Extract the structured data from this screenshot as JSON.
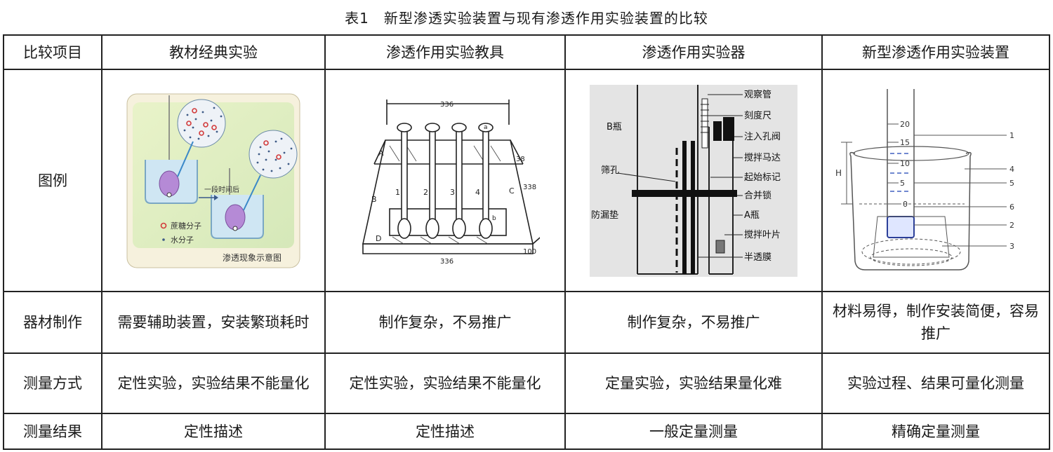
{
  "title": "表1　新型渗透实验装置与现有渗透作用实验装置的比较",
  "header": {
    "item": "比较项目",
    "col1": "教材经典实验",
    "col2": "渗透作用实验教具",
    "col3": "渗透作用实验器",
    "col4": "新型渗透作用实验装置"
  },
  "rows": {
    "figure": {
      "label": "图例"
    },
    "material": {
      "label": "器材制作",
      "col1": "需要辅助装置，安装繁琐耗时",
      "col2": "制作复杂，不易推广",
      "col3": "制作复杂，不易推广",
      "col4": "材料易得，制作安装简便，容易推广"
    },
    "method": {
      "label": "测量方式",
      "col1": "定性实验，实验结果不能量化",
      "col2": "定性实验，实验结果不能量化",
      "col3": "定量实验，实验结果量化难",
      "col4": "实验过程、结果可量化测量"
    },
    "result": {
      "label": "测量结果",
      "col1": "定性描述",
      "col2": "定性描述",
      "col3": "一般定量测量",
      "col4": "精确定量测量"
    }
  },
  "fig1": {
    "after_time": "一段时间后",
    "sucrose": "蔗糖分子",
    "water": "水分子",
    "caption": "渗透现象示意图"
  },
  "fig2": {
    "dim_top": "336",
    "dim_bottom": "336",
    "dim_right": "338",
    "dim_side": "38",
    "dim_depth": "100",
    "label_a": "A",
    "label_b": "B",
    "label_c": "C",
    "label_d": "D",
    "tube_labels": [
      "1",
      "2",
      "3",
      "4"
    ],
    "small_a": "a",
    "small_b": "b"
  },
  "fig3": {
    "bottle_b": "B瓶",
    "sieve": "筛孔",
    "leakproof": "防漏垫",
    "labels": [
      "观察管",
      "刻度尺",
      "注入孔阀",
      "搅拌马达",
      "起始标记",
      "合并锁",
      "A瓶",
      "搅拌叶片",
      "半透膜"
    ]
  },
  "fig4": {
    "scale": [
      "20",
      "15",
      "10",
      "5",
      "0"
    ],
    "h_label": "H",
    "callouts": [
      "1",
      "4",
      "5",
      "6",
      "2",
      "3"
    ]
  }
}
